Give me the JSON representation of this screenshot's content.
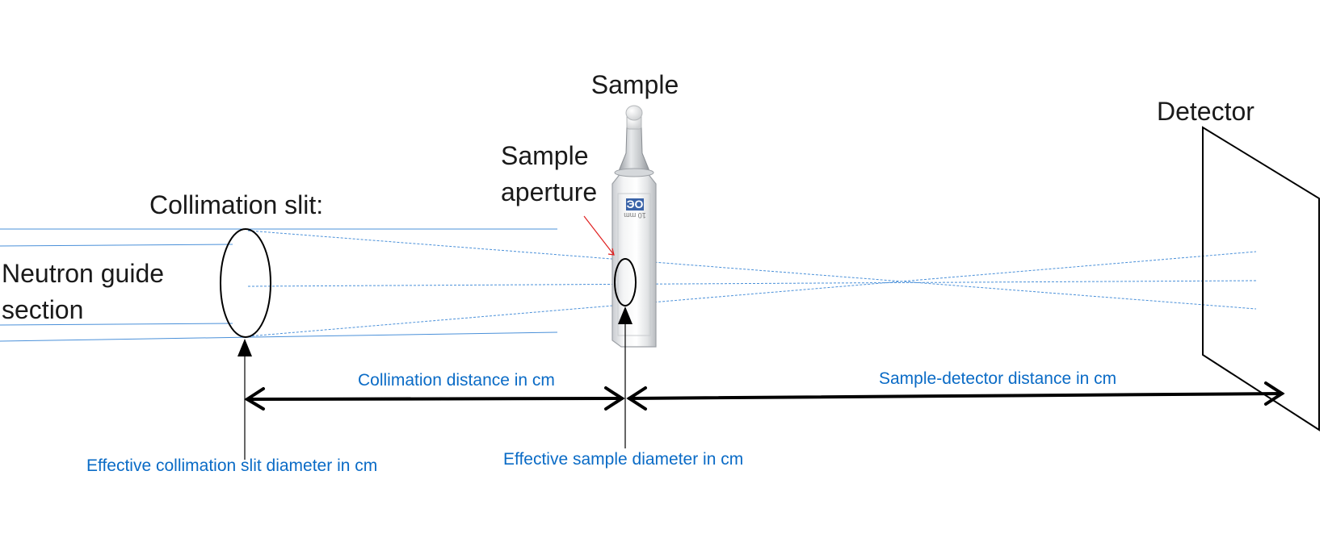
{
  "labels": {
    "sample": "Sample",
    "detector": "Detector",
    "sample_aperture_line1": "Sample",
    "sample_aperture_line2": "aperture",
    "collimation_slit": "Collimation slit:",
    "guide_line1": "Neutron guide",
    "guide_line2": "section",
    "collimation_distance": "Collimation distance in cm",
    "sample_detector_distance": "Sample-detector distance in cm",
    "collimation_slit_diameter": "Effective collimation slit diameter in cm",
    "sample_diameter": "Effective sample diameter in cm"
  },
  "cuvette": {
    "logo_text": "ЭO",
    "path_text": "10 mm"
  },
  "colors": {
    "beam_line": "#4a90d9",
    "label_blue": "#0a6bc6",
    "pointer_red": "#e02020",
    "outline": "#000000"
  }
}
